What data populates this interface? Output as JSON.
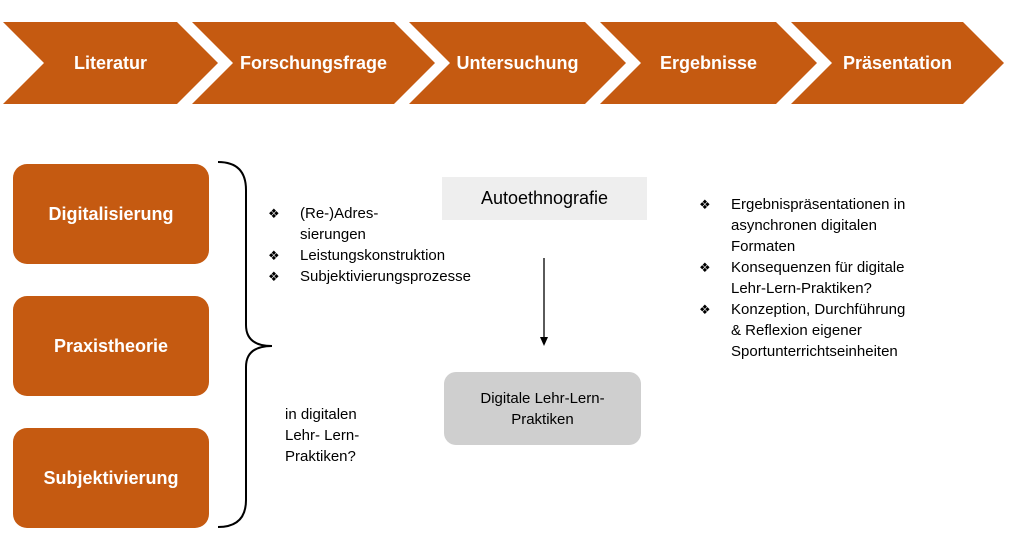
{
  "colors": {
    "accent": "#c55a11",
    "method_box": "#eeeeee",
    "practice_box": "#cfcfcf"
  },
  "process_steps": [
    "Literatur",
    "Forschungsfrage",
    "Untersuchung",
    "Ergebnisse",
    "Präsentation"
  ],
  "concepts": [
    "Digitalisierung",
    "Praxistheorie",
    "Subjektivierung"
  ],
  "research_topics": [
    "(Re-)Adres-\nsierungen",
    "Leistungskonstruktion",
    "Subjektivierungsprozesse"
  ],
  "research_context": "in digitalen\nLehr- Lern-\nPraktiken?",
  "method": "Autoethnografie",
  "practice": "Digitale Lehr-Lern-\nPraktiken",
  "results": [
    "Ergebnispräsentationen in\nasynchronen digitalen\nFormaten",
    "Konsequenzen für digitale\nLehr-Lern-Praktiken?",
    "Konzeption, Durchführung\n& Reflexion eigener\nSportunterrichtseinheiten"
  ],
  "bullet_icon": "diamond-bullet-icon"
}
